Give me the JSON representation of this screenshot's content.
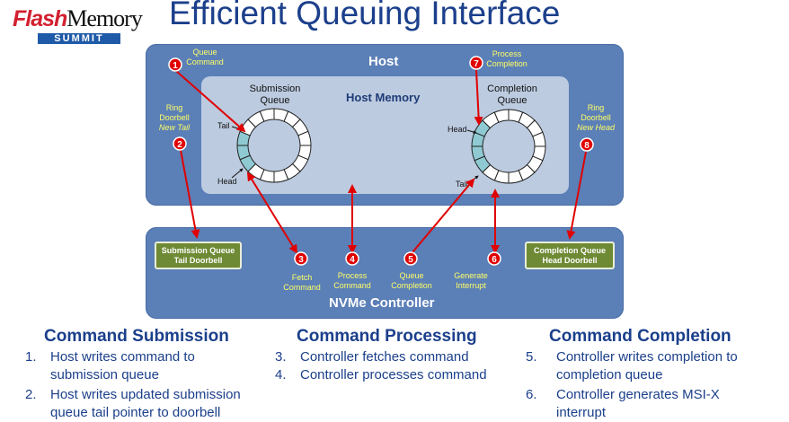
{
  "logo": {
    "flash": "Flash",
    "memory": "Memory",
    "summit": "SUMMIT"
  },
  "title": "Efficient Queuing Interface",
  "host": {
    "label": "Host",
    "memory_label": "Host Memory"
  },
  "controller": {
    "label": "NVMe Controller"
  },
  "submission_queue": {
    "label_line1": "Submission",
    "label_line2": "Queue",
    "tail": "Tail",
    "head": "Head"
  },
  "completion_queue": {
    "label_line1": "Completion",
    "label_line2": "Queue",
    "head": "Head",
    "tail": "Tail"
  },
  "callouts": {
    "c1": {
      "num": "1",
      "line1": "Queue",
      "line2": "Command"
    },
    "c2": {
      "num": "2",
      "line1": "Ring",
      "line2": "Doorbell",
      "line3": "New Tail"
    },
    "c3": {
      "num": "3",
      "line1": "Fetch",
      "line2": "Command"
    },
    "c4": {
      "num": "4",
      "line1": "Process",
      "line2": "Command"
    },
    "c5": {
      "num": "5",
      "line1": "Queue",
      "line2": "Completion"
    },
    "c6": {
      "num": "6",
      "line1": "Generate",
      "line2": "Interrupt"
    },
    "c7": {
      "num": "7",
      "line1": "Process",
      "line2": "Completion"
    },
    "c8": {
      "num": "8",
      "line1": "Ring",
      "line2": "Doorbell",
      "line3": "New Head"
    }
  },
  "doorbells": {
    "sq": {
      "line1": "Submission Queue",
      "line2": "Tail Doorbell"
    },
    "cq": {
      "line1": "Completion Queue",
      "line2": "Head Doorbell"
    }
  },
  "columns": [
    {
      "heading": "Command Submission",
      "steps": [
        {
          "n": "1.",
          "text": "Host writes command to"
        },
        {
          "n": "",
          "text": "submission queue"
        },
        {
          "n": "2.",
          "text": "Host writes updated submission"
        },
        {
          "n": "",
          "text": "queue tail pointer to doorbell"
        }
      ]
    },
    {
      "heading": "Command Processing",
      "steps": [
        {
          "n": "3.",
          "text": "Controller fetches command"
        },
        {
          "n": "4.",
          "text": "Controller processes command"
        }
      ]
    },
    {
      "heading": "Command Completion",
      "steps": [
        {
          "n": "5.",
          "text": "Controller writes completion to"
        },
        {
          "n": "",
          "text": "completion queue"
        },
        {
          "n": "6.",
          "text": "Controller generates MSI-X"
        },
        {
          "n": "",
          "text": "interrupt"
        }
      ]
    }
  ],
  "colors": {
    "title": "#1b3f8b",
    "box": "#5b7fb7",
    "memory": "#bccbe0",
    "arrow": "#e00000",
    "doorbell": "#6e8a34",
    "filled_slot": "#8fcad3"
  }
}
